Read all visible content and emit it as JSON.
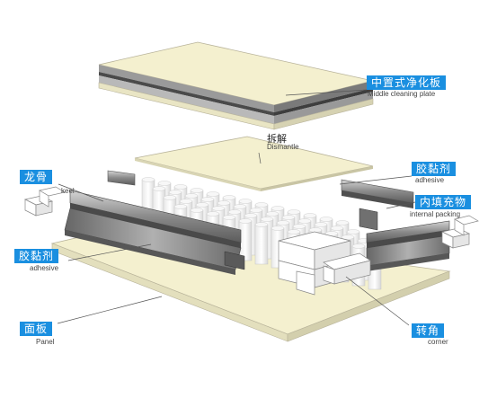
{
  "labels": {
    "middle_plate": {
      "zh": "中置式净化板",
      "en": "Middle cleaning plate"
    },
    "dismantle": {
      "zh": "拆解",
      "en": "Dismantle"
    },
    "keel": {
      "zh": "龙骨",
      "en": "keel"
    },
    "adhesive_top": {
      "zh": "胶黏剂",
      "en": "adhesive"
    },
    "internal_packing": {
      "zh": "内填充物",
      "en": "internal packing"
    },
    "adhesive_bottom": {
      "zh": "胶黏剂",
      "en": "adhesive"
    },
    "panel": {
      "zh": "面板",
      "en": "Panel"
    },
    "corner": {
      "zh": "转角",
      "en": "corner"
    }
  },
  "colors": {
    "tag_blue": "#1a8fe0",
    "panel_cream": "#f4f0cf",
    "steel_gray": "#8a8a8a",
    "leader_line": "#555555"
  }
}
